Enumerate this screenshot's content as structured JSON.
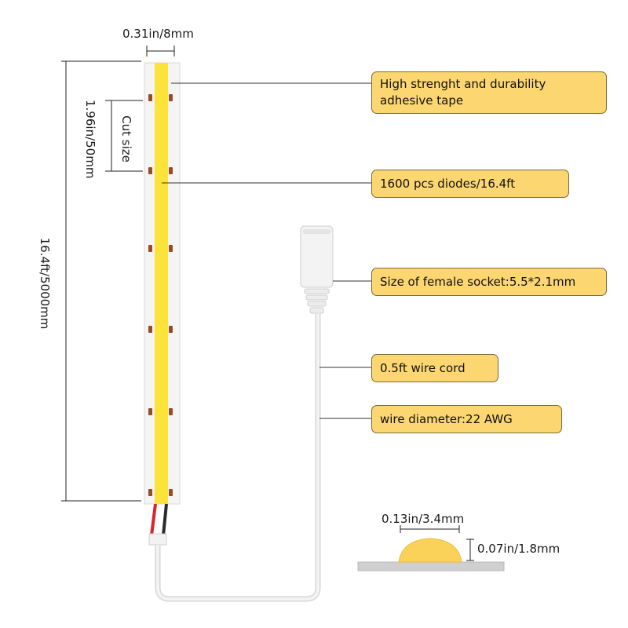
{
  "dimensions": {
    "strip_width": "0.31in/8mm",
    "cut_size_length": "1.96in/50mm",
    "cut_size_label": "Cut size",
    "total_length": "16.4ft/5000mm",
    "cross_section_width": "0.13in/3.4mm",
    "cross_section_height": "0.07in/1.8mm"
  },
  "callouts": {
    "adhesive_line1": "High strenght and durability",
    "adhesive_line2": "adhesive tape",
    "diodes": "1600 pcs diodes/16.4ft",
    "socket": "Size of female socket:5.5*2.1mm",
    "wire_cord": "0.5ft wire cord",
    "wire_diameter": "wire diameter:22 AWG"
  },
  "colors": {
    "strip_yellow": "#fbe33a",
    "callout_fill": "#fcd671",
    "cross_section_yellow": "#fad25a",
    "pcb_white": "#f4f4f4",
    "copper_pad": "#9a4a24",
    "cable_white": "#e9e9e9"
  },
  "icons": [
    "dc-female-socket",
    "cut-mark-pads",
    "led-strip",
    "cross-section-profile"
  ]
}
